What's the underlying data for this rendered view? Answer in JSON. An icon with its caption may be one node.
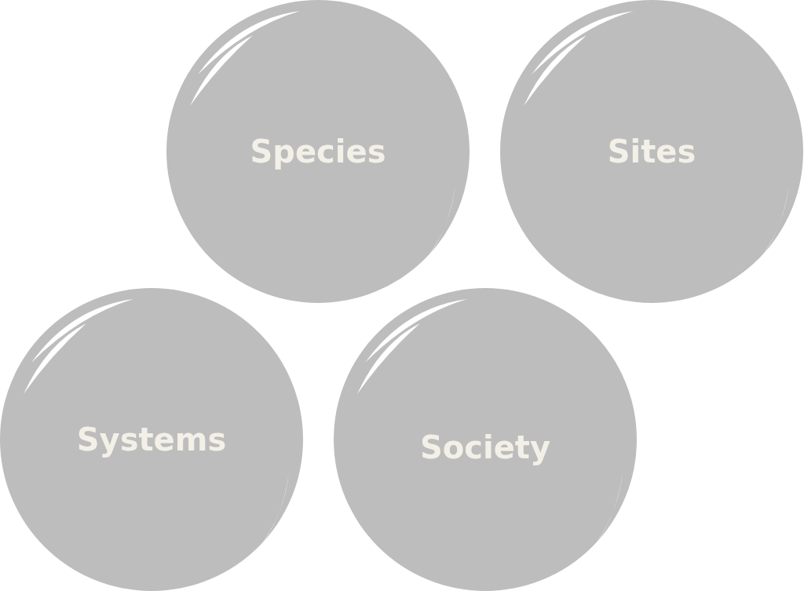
{
  "diagram": {
    "nodes": [
      {
        "text": [
          "Species"
        ]
      },
      {
        "text": [
          "Sites"
        ]
      },
      {
        "text": [
          "Systems"
        ]
      },
      {
        "text": [
          "Society"
        ]
      }
    ]
  }
}
